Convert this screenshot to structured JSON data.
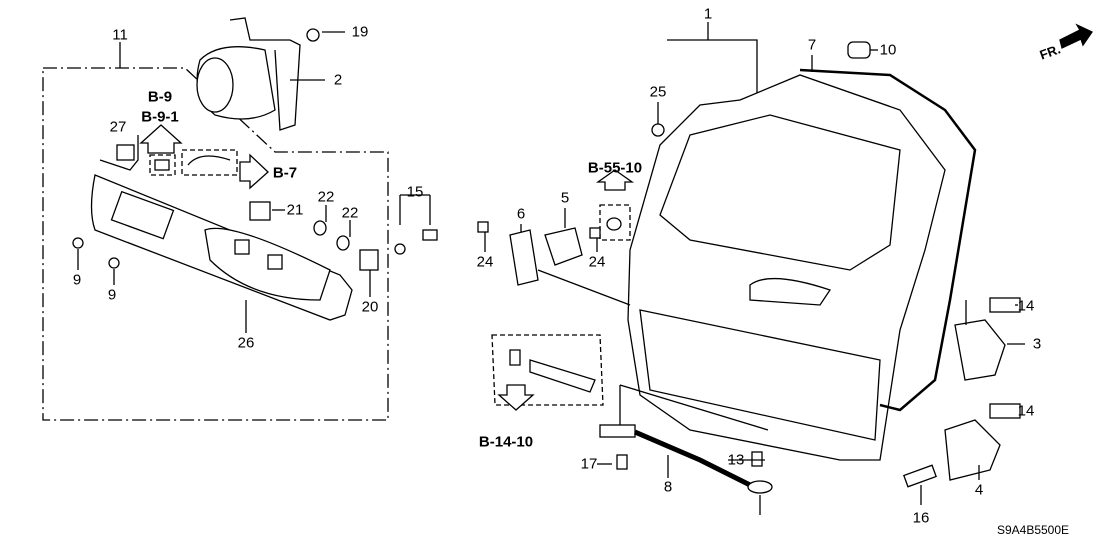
{
  "callouts": [
    "11",
    "19",
    "2",
    "27",
    "22",
    "21",
    "22",
    "15",
    "9",
    "9",
    "26",
    "20",
    "1",
    "7",
    "10",
    "25",
    "5",
    "6",
    "24",
    "24",
    "14",
    "3",
    "14",
    "4",
    "16",
    "17",
    "8",
    "13"
  ],
  "references": [
    "B-9",
    "B-9-1",
    "B-7",
    "B-55-10",
    "B-14-10"
  ],
  "diagram_code": "S9A4B5500E",
  "direction_label": "FR."
}
